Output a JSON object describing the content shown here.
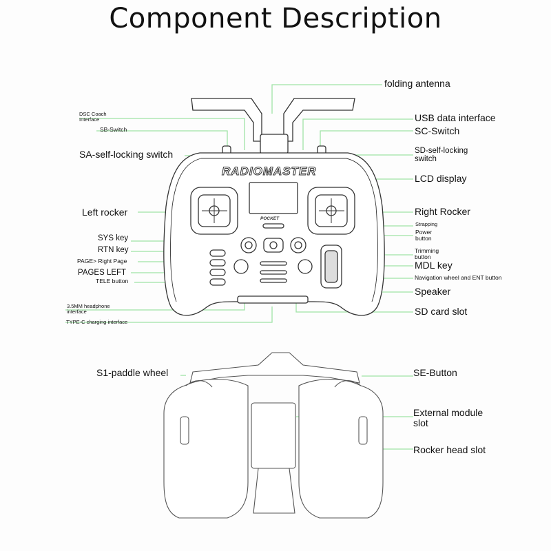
{
  "title": "Component Description",
  "brand": "RADIOMASTER",
  "model": "POCKET",
  "callouts": {
    "folding_antenna": "folding antenna",
    "dsc_coach": "DSC Coach\nInterface",
    "sb_switch": "SB-Switch",
    "usb_data": "USB data interface",
    "sc_switch": "SC-Switch",
    "sa_switch": "SA-self-locking switch",
    "sd_switch": "SD-self-locking\nswitch",
    "lcd": "LCD display",
    "left_rocker": "Left rocker",
    "right_rocker": "Right Rocker",
    "strapping": "Strapping",
    "power_button": "Power\nbutton",
    "sys_key": "SYS key",
    "rtn_key": "RTN key",
    "trimming": "Trimming\nbutton",
    "page_right": "PAGE> Right Page",
    "mdl_key": "MDL key",
    "pages_left": "PAGES LEFT",
    "nav_wheel": "Navigation wheel and ENT button",
    "tele_button": "TELE button",
    "speaker": "Speaker",
    "headphone": "3.5MM headphone\ninterface",
    "sd_card": "SD card slot",
    "typec": "TYPE-C charging interface",
    "s1_paddle": "S1-paddle wheel",
    "se_button": "SE-Button",
    "external_module": "External module\nslot",
    "rocker_head": "Rocker head slot"
  },
  "colors": {
    "leader": "#9fe4a6",
    "outline": "#333333",
    "text": "#111111"
  }
}
